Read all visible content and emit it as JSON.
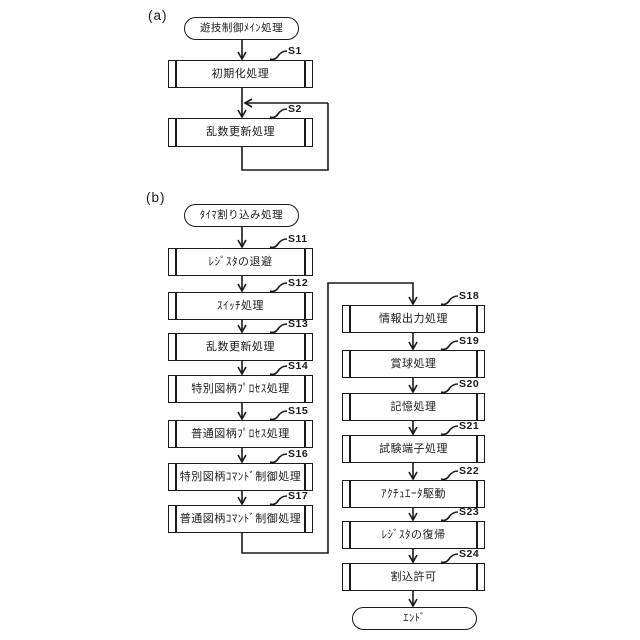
{
  "colors": {
    "ink": "#1a1a1a",
    "background": "#ffffff"
  },
  "diagram": {
    "section_a": {
      "label": "(a)",
      "start_terminal": "遊技制御ﾒｲﾝ処理",
      "steps": [
        {
          "id": "S1",
          "text": "初期化処理"
        },
        {
          "id": "S2",
          "text": "乱数更新処理"
        }
      ]
    },
    "section_b": {
      "label": "(b)",
      "start_terminal": "ﾀｲﾏ割り込み処理",
      "end_terminal": "ｴﾝﾄﾞ",
      "left_steps": [
        {
          "id": "S11",
          "text": "ﾚｼﾞｽﾀの退避"
        },
        {
          "id": "S12",
          "text": "ｽｲｯﾁ処理"
        },
        {
          "id": "S13",
          "text": "乱数更新処理"
        },
        {
          "id": "S14",
          "text": "特別図柄ﾌﾟﾛｾｽ処理"
        },
        {
          "id": "S15",
          "text": "普通図柄ﾌﾟﾛｾｽ処理"
        },
        {
          "id": "S16",
          "text": "特別図柄ｺﾏﾝﾄﾞ制御処理"
        },
        {
          "id": "S17",
          "text": "普通図柄ｺﾏﾝﾄﾞ制御処理"
        }
      ],
      "right_steps": [
        {
          "id": "S18",
          "text": "情報出力処理"
        },
        {
          "id": "S19",
          "text": "賞球処理"
        },
        {
          "id": "S20",
          "text": "記憶処理"
        },
        {
          "id": "S21",
          "text": "試験端子処理"
        },
        {
          "id": "S22",
          "text": "ｱｸﾁｭｴｰﾀ駆動"
        },
        {
          "id": "S23",
          "text": "ﾚｼﾞｽﾀの復帰"
        },
        {
          "id": "S24",
          "text": "割込許可"
        }
      ]
    }
  }
}
